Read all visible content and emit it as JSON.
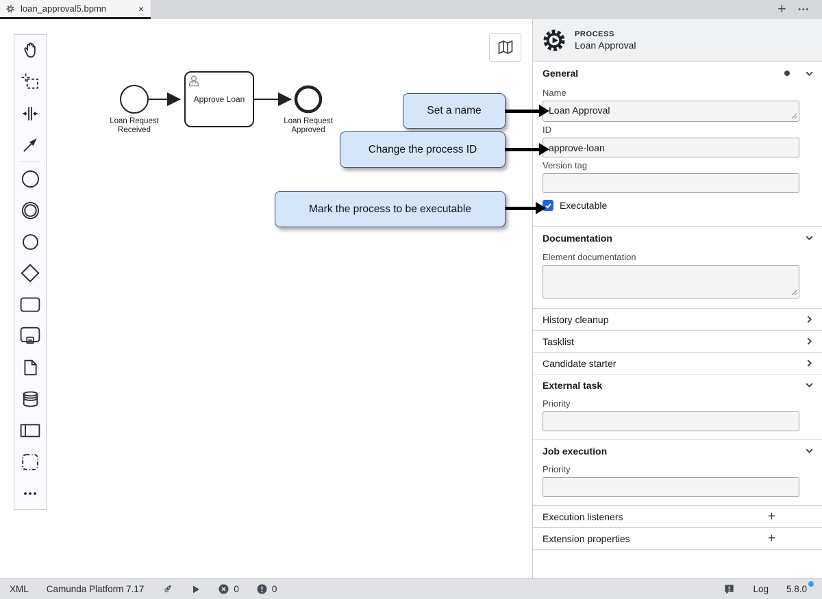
{
  "tab_bar": {
    "tab_title": "loan_approval5.bpmn",
    "close_label": "×",
    "new_tab_label": "+",
    "more_label": "•••"
  },
  "palette": {
    "items": [
      "hand-tool",
      "lasso-tool",
      "space-tool",
      "global-connect-tool",
      "create-start-event",
      "create-intermediate-event",
      "create-end-event",
      "create-gateway",
      "create-task",
      "create-subprocess",
      "create-data-object",
      "create-data-store",
      "create-participant",
      "create-group",
      "more-options"
    ]
  },
  "canvas": {
    "minimap_icon": "map",
    "diagram": {
      "start_event_label_1": "Loan Request",
      "start_event_label_2": "Received",
      "task_label": "Approve Loan",
      "end_event_label_1": "Loan Request",
      "end_event_label_2": "Approved"
    },
    "callouts": [
      {
        "text": "Set a name"
      },
      {
        "text": "Change the process ID"
      },
      {
        "text": "Mark the process to be executable"
      }
    ]
  },
  "panel": {
    "header": {
      "type": "PROCESS",
      "name": "Loan Approval"
    },
    "general": {
      "title": "General",
      "name_label": "Name",
      "name_value": "Loan Approval",
      "id_label": "ID",
      "id_value": "approve-loan",
      "version_label": "Version tag",
      "version_value": "",
      "executable_label": "Executable",
      "executable_checked": true
    },
    "documentation": {
      "title": "Documentation",
      "element_label": "Element documentation",
      "element_value": ""
    },
    "sections": {
      "history_cleanup": "History cleanup",
      "tasklist": "Tasklist",
      "candidate_starter": "Candidate starter",
      "external_task": "External task",
      "external_priority_label": "Priority",
      "external_priority_value": "",
      "job_execution": "Job execution",
      "job_priority_label": "Priority",
      "job_priority_value": "",
      "execution_listeners": "Execution listeners",
      "extension_properties": "Extension properties",
      "add_label": "+"
    }
  },
  "status_bar": {
    "xml": "XML",
    "platform": "Camunda Platform 7.17",
    "error_count": "0",
    "warning_count": "0",
    "log": "Log",
    "version": "5.8.0"
  },
  "colors": {
    "accent_checkbox": "#1f62e8",
    "callout_bg": "#d6e6f8",
    "callout_border": "#46566c",
    "version_dot": "#2da0f5",
    "tab_underline": "#16181d"
  }
}
